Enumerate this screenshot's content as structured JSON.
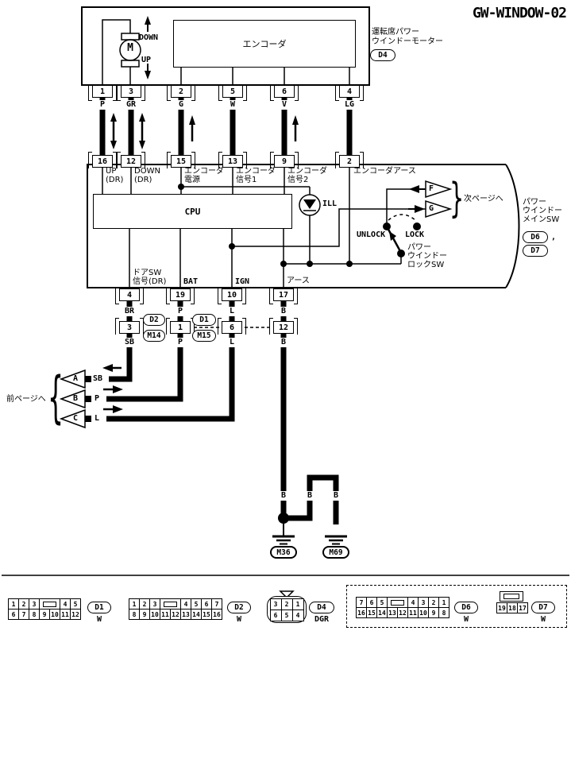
{
  "title": "GW-WINDOW-02",
  "motor": {
    "symbol": "M",
    "down_label": "DOWN",
    "up_label": "UP",
    "encoder_label": "エンコーダ",
    "component_line1": "運転席パワー",
    "component_line2": "ウインドーモーター",
    "connector": "D4",
    "pins": [
      {
        "number": "1",
        "color": "P"
      },
      {
        "number": "3",
        "color": "GR"
      },
      {
        "number": "2",
        "color": "G"
      },
      {
        "number": "5",
        "color": "W"
      },
      {
        "number": "6",
        "color": "V"
      },
      {
        "number": "4",
        "color": "LG"
      }
    ]
  },
  "main_sw": {
    "top_pins": [
      {
        "number": "16",
        "label": "UP\n(DR)"
      },
      {
        "number": "12",
        "label": "DOWN\n(DR)"
      },
      {
        "number": "15",
        "label": "エンコーダ\n電源"
      },
      {
        "number": "13",
        "label": "エンコーダ\n信号1"
      },
      {
        "number": "9",
        "label": "エンコーダ\n信号2"
      },
      {
        "number": "2",
        "label": "エンコーダアース"
      }
    ],
    "cpu_label": "CPU",
    "ill_label": "ILL",
    "unlock_label": "UNLOCK",
    "lock_label": "LOCK",
    "lock_sw_label": "パワー\nウインドー\nロックSW",
    "arrow_f": "F",
    "arrow_g": "G",
    "next_page_label": "次ページへ",
    "next_page_brace": "}",
    "name_label": "パワー\nウインドー\nメインSW",
    "connector1": "D6",
    "comma": ",",
    "connector2": "D7",
    "bottom_pins": [
      {
        "number": "4",
        "label": "ドアSW\n信号(DR)",
        "color": "BR"
      },
      {
        "number": "19",
        "label": "BAT",
        "color": "P"
      },
      {
        "number": "10",
        "label": "IGN",
        "color": "L"
      },
      {
        "number": "17",
        "label": "アース",
        "color": "B"
      }
    ]
  },
  "junction": {
    "connectors": [
      {
        "number": "3",
        "color_below": "SB"
      },
      {
        "number": "1",
        "color_below": "P"
      },
      {
        "number": "6",
        "color_below": "L"
      },
      {
        "number": "12",
        "color_below": "B"
      }
    ],
    "pair1_top": "D2",
    "pair1_bottom": "M14",
    "pair2_top": "D1",
    "pair2_bottom": "M15"
  },
  "prev_page": {
    "label": "前ページへ",
    "brace": "{",
    "arrows": [
      {
        "letter": "A",
        "color": "SB"
      },
      {
        "letter": "B",
        "color": "P"
      },
      {
        "letter": "C",
        "color": "L"
      }
    ]
  },
  "ground": {
    "wire_labels": [
      "B",
      "B",
      "B"
    ],
    "grounds": [
      "M36",
      "M69"
    ]
  },
  "connector_views": [
    {
      "id": "D1",
      "color": "W",
      "top": [
        "1",
        "2",
        "3",
        "",
        "4",
        "5"
      ],
      "bottom": [
        "6",
        "7",
        "8",
        "9",
        "10",
        "11",
        "12"
      ]
    },
    {
      "id": "D2",
      "color": "W",
      "top": [
        "1",
        "2",
        "3",
        "",
        "4",
        "5",
        "6",
        "7"
      ],
      "bottom": [
        "8",
        "9",
        "10",
        "11",
        "12",
        "13",
        "14",
        "15",
        "16"
      ]
    },
    {
      "id": "D4",
      "color": "DGR",
      "top": [
        "3",
        "2",
        "1"
      ],
      "bottom": [
        "6",
        "5",
        "4"
      ]
    },
    {
      "id": "D6",
      "color": "W",
      "top": [
        "7",
        "6",
        "5",
        "",
        "4",
        "3",
        "2",
        "1"
      ],
      "bottom": [
        "16",
        "15",
        "14",
        "13",
        "12",
        "11",
        "10",
        "9",
        "8"
      ]
    },
    {
      "id": "D7",
      "color": "W",
      "cells": [
        "19",
        "18",
        "17"
      ]
    }
  ]
}
